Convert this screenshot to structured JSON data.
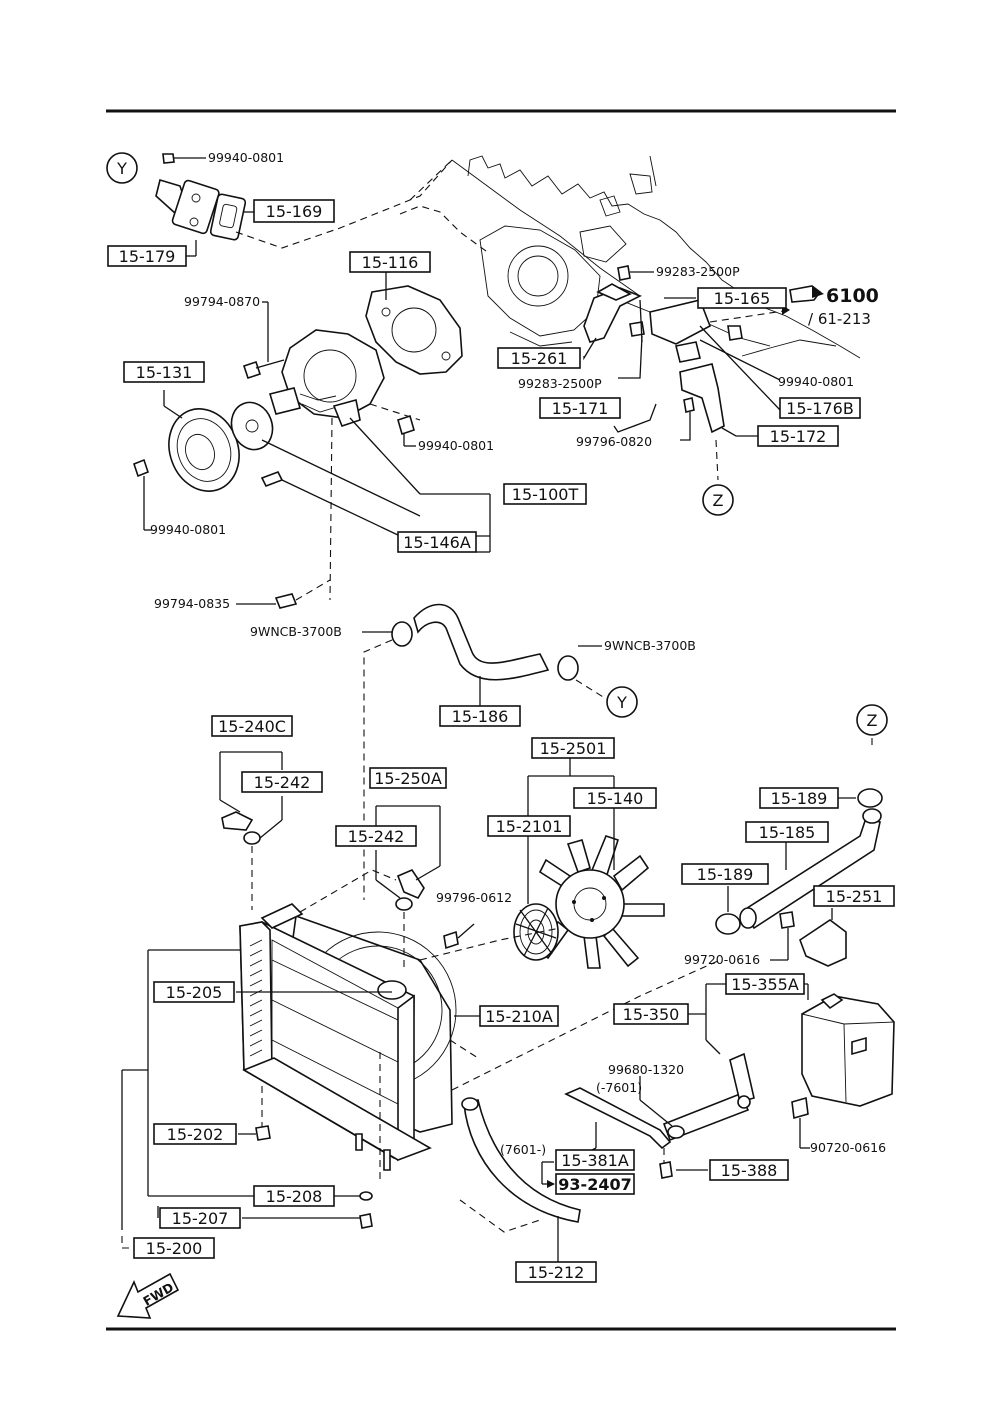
{
  "callouts": {
    "c_15_169": "15-169",
    "c_15_179": "15-179",
    "c_15_116": "15-116",
    "c_15_165": "15-165",
    "c_15_261": "15-261",
    "c_15_131": "15-131",
    "c_15_171": "15-171",
    "c_15_176b": "15-176B",
    "c_15_172": "15-172",
    "c_15_100t": "15-100T",
    "c_15_146a": "15-146A",
    "c_15_186": "15-186",
    "c_15_240c": "15-240C",
    "c_15_242a": "15-242",
    "c_15_250a": "15-250A",
    "c_15_242b": "15-242",
    "c_15_2501": "15-2501",
    "c_15_140": "15-140",
    "c_15_2101": "15-2101",
    "c_15_189a": "15-189",
    "c_15_185": "15-185",
    "c_15_189b": "15-189",
    "c_15_251": "15-251",
    "c_15_205": "15-205",
    "c_15_210a": "15-210A",
    "c_15_355a": "15-355A",
    "c_15_350": "15-350",
    "c_15_202": "15-202",
    "c_15_381a": "15-381A",
    "c_93_2407": "93-2407",
    "c_15_388": "15-388",
    "c_15_208": "15-208",
    "c_15_207": "15-207",
    "c_15_200": "15-200",
    "c_15_212": "15-212"
  },
  "part_numbers": {
    "p_99940_0801_a": "99940-0801",
    "p_99283_2500p_a": "99283-2500P",
    "p_99794_0870": "99794-0870",
    "p_99283_2500p_b": "99283-2500P",
    "p_99940_0801_b": "99940-0801",
    "p_99796_0820": "99796-0820",
    "p_99940_0801_c": "99940-0801",
    "p_99940_0801_d": "99940-0801",
    "p_99794_0835": "99794-0835",
    "p_9wncb_a": "9WNCB-3700B",
    "p_9wncb_b": "9WNCB-3700B",
    "p_99796_0612": "99796-0612",
    "p_99720_0616": "99720-0616",
    "p_99680_1320": "99680-1320",
    "p_7601_close": "(-7601)",
    "p_7601_open": "(7601-)",
    "p_90720_0616": "90720-0616"
  },
  "references": {
    "ref_6100": "6100",
    "ref_61_213": "/ 61-213"
  },
  "connectors": {
    "y_top": "Y",
    "y_bottom": "Y",
    "z_top": "Z",
    "z_bottom": "Z"
  },
  "fwd_label": "FWD"
}
